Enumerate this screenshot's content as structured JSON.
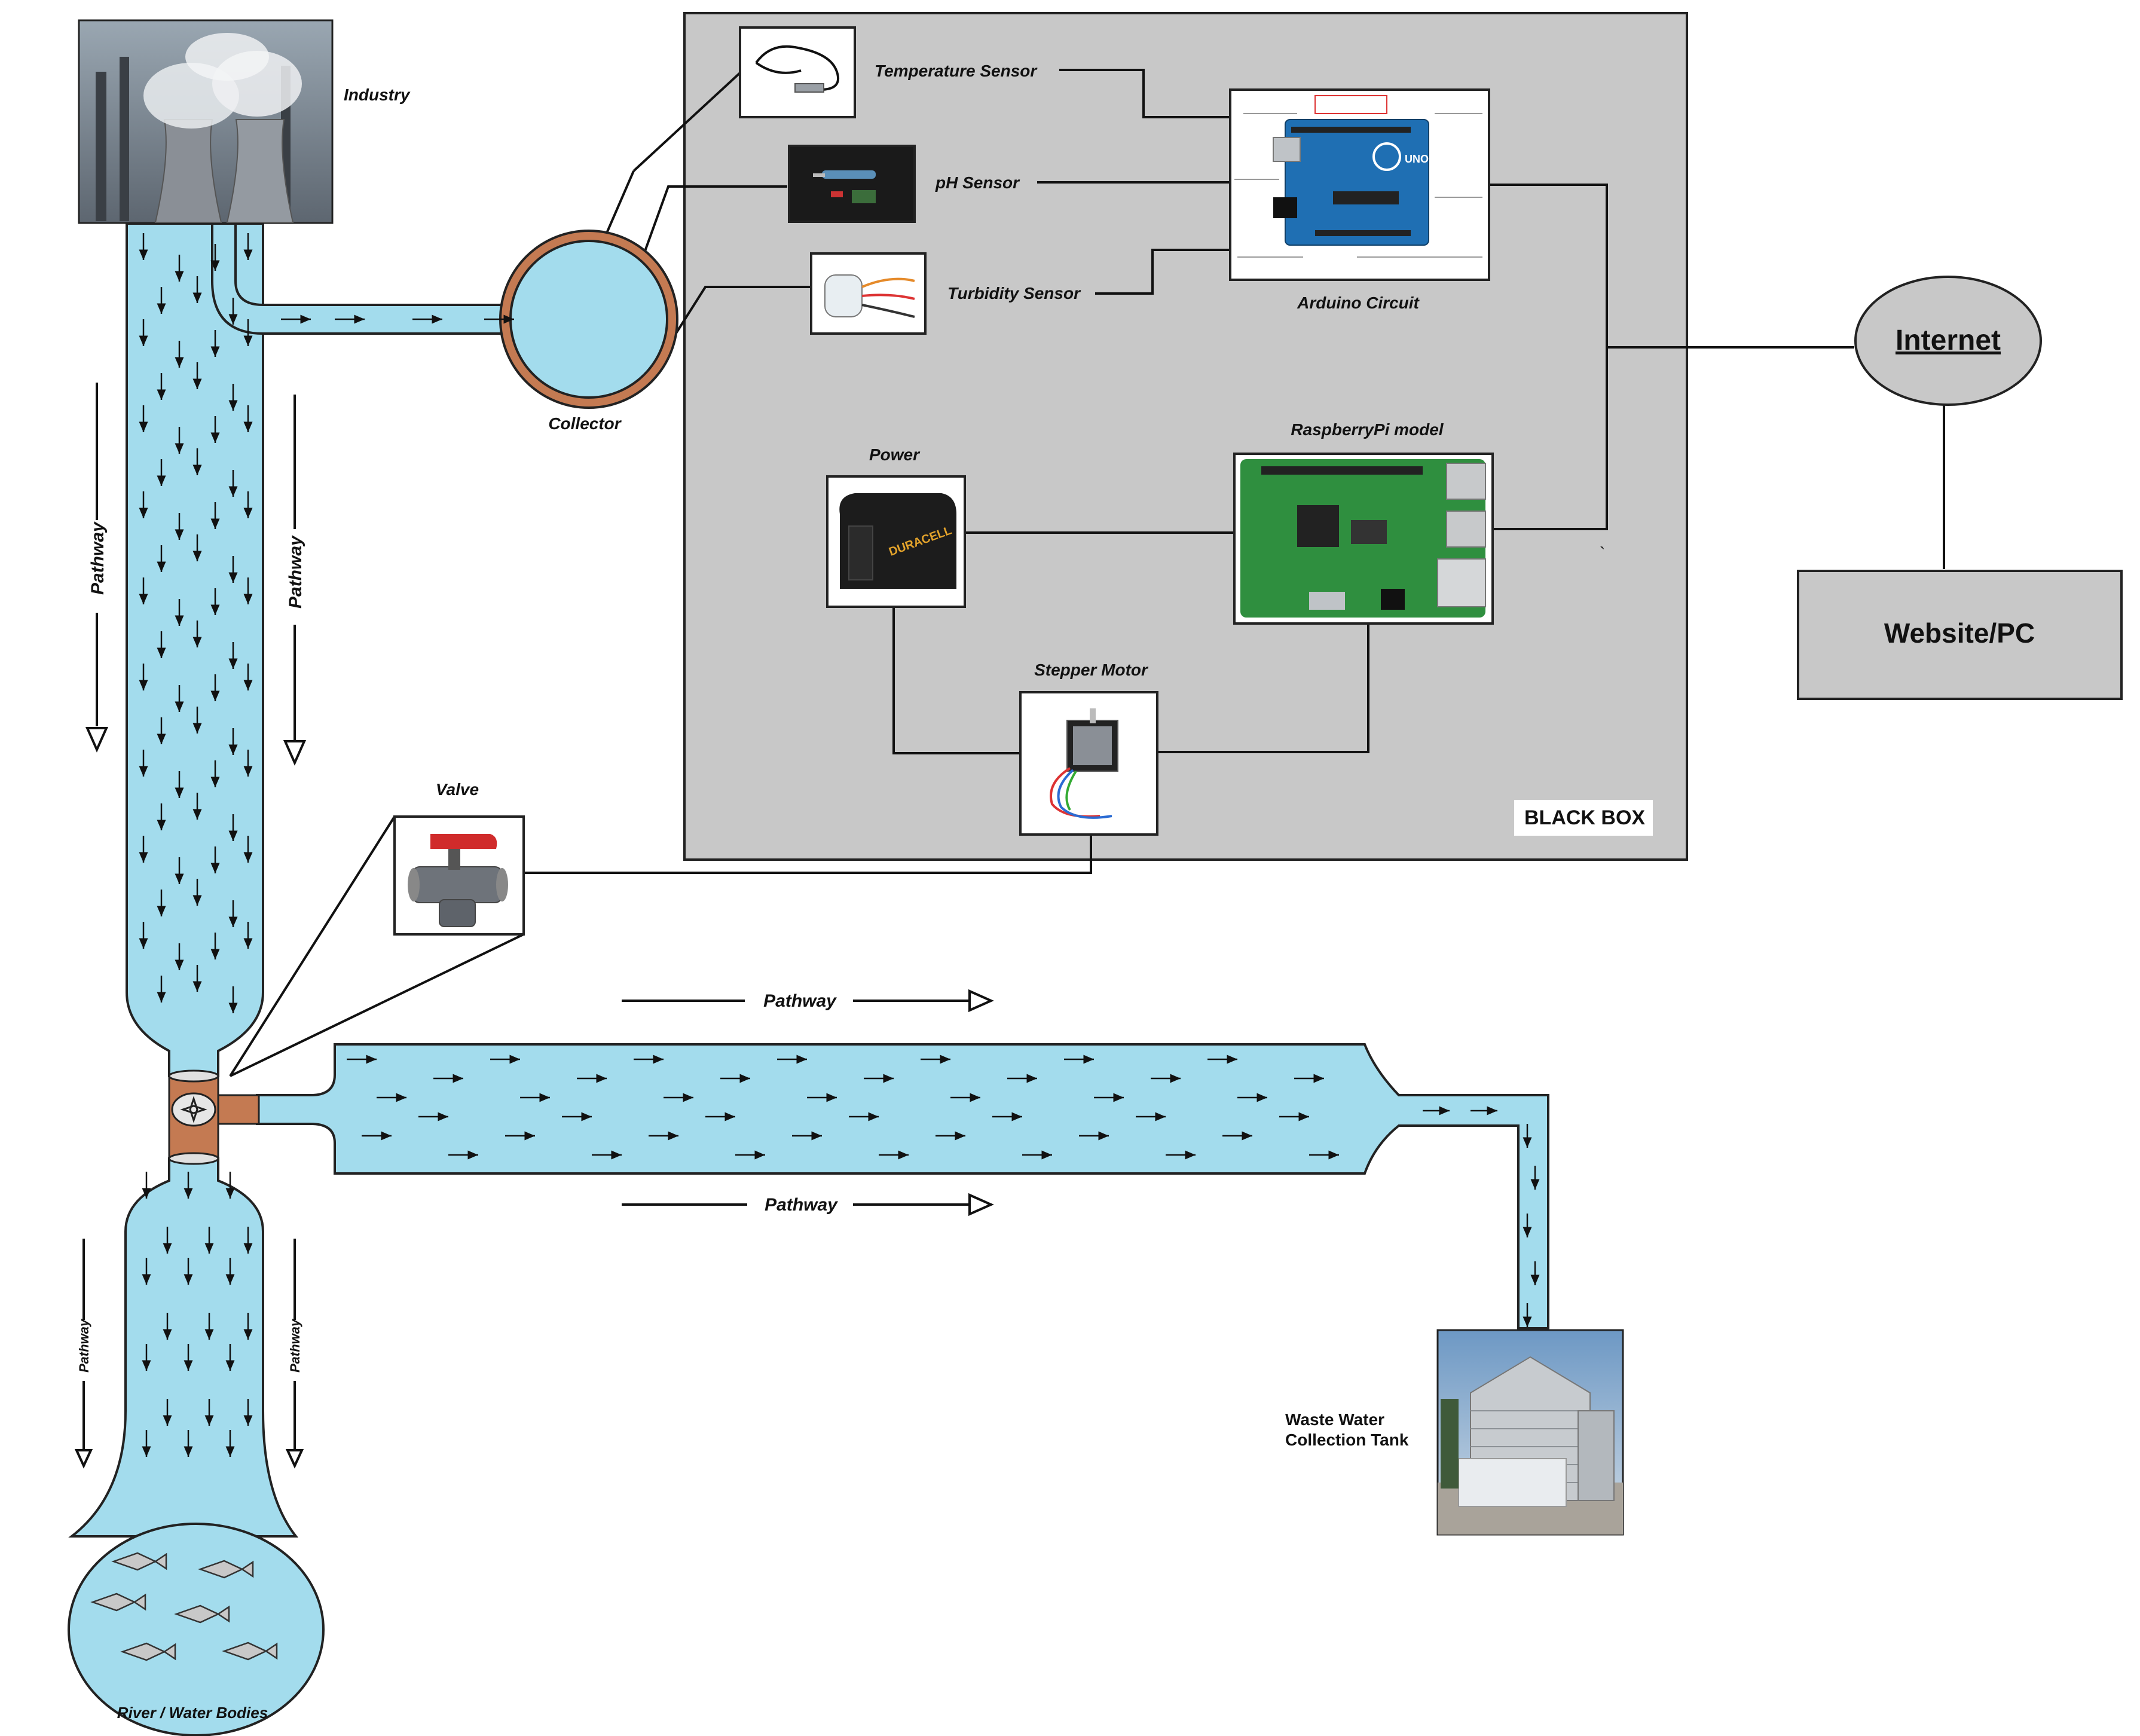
{
  "labels": {
    "industry": "Industry",
    "collector": "Collector",
    "temperature_sensor": "Temperature Sensor",
    "ph_sensor": "pH Sensor",
    "turbidity_sensor": "Turbidity Sensor",
    "arduino_circuit": "Arduino Circuit",
    "raspberrypi_model": "RaspberryPi model",
    "power": "Power",
    "stepper_motor": "Stepper Motor",
    "black_box": "BLACK BOX",
    "internet": "Internet",
    "website_pc": "Website/PC",
    "valve": "Valve",
    "pathway": "Pathway",
    "waste_water_line1": "Waste Water",
    "waste_water_line2": "Collection Tank",
    "river": "River / Water Bodies",
    "power_brand": "DURACELL",
    "arduino_logo": "UNO"
  },
  "colors": {
    "water": "#a3dced",
    "outline": "#222222",
    "pipe_copper": "#c47a52",
    "black_box_fill": "#c8c8c8",
    "internet_fill": "#c8c8c8",
    "website_fill": "#c8c8c8",
    "fish": "#c8c8c8",
    "pcb_green": "#2f8f3f",
    "arduino_blue": "#1f6fb3"
  },
  "icons": {
    "industry": "cooling-towers-photo",
    "temperature": "temperature-probe-photo",
    "ph": "ph-probe-photo",
    "turbidity": "turbidity-sensor-photo",
    "arduino": "arduino-uno-board-photo",
    "raspberry": "raspberry-pi-board-photo",
    "power": "battery-power-pack-photo",
    "stepper": "stepper-motor-photo",
    "valve": "three-way-ball-valve-photo",
    "tank": "steel-silo-tank-photo"
  }
}
